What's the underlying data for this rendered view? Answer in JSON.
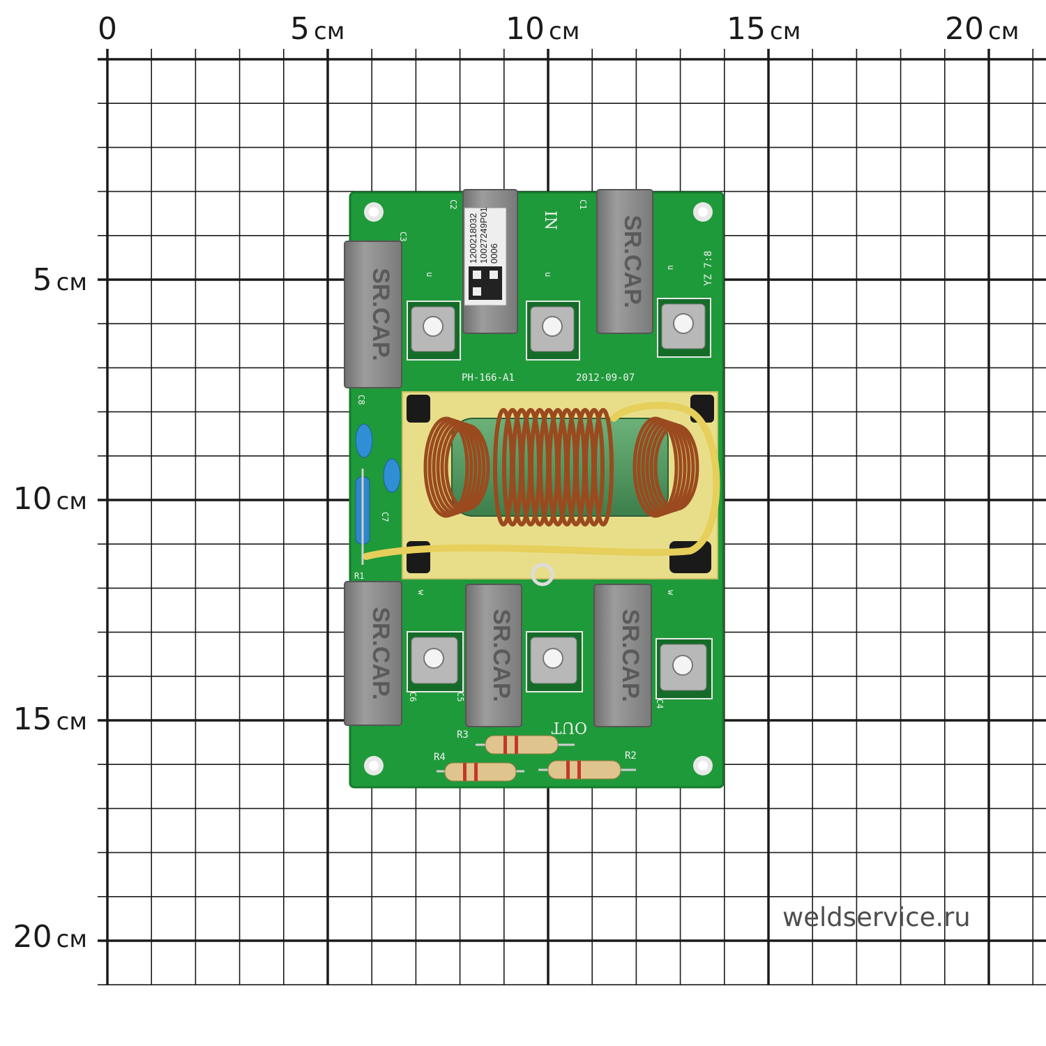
{
  "ruler": {
    "x_labels": [
      {
        "num": "0",
        "unit": ""
      },
      {
        "num": "5",
        "unit": "см"
      },
      {
        "num": "10",
        "unit": "см"
      },
      {
        "num": "15",
        "unit": "см"
      },
      {
        "num": "20",
        "unit": "см"
      }
    ],
    "y_labels": [
      {
        "num": "5",
        "unit": "см"
      },
      {
        "num": "10",
        "unit": "см"
      },
      {
        "num": "15",
        "unit": "см"
      },
      {
        "num": "20",
        "unit": "см"
      }
    ]
  },
  "watermark": "weldservice.ru",
  "board": {
    "model": "PH-166-A1",
    "date": "2012-09-07",
    "label_in": "IN",
    "label_out": "OUT",
    "mark_yz": "YZ 7:8",
    "sticker": [
      "1200218032",
      "10027249P01",
      "0006"
    ],
    "capacitor_text": "SR.CAP.",
    "refs": {
      "c1": "C1",
      "c2": "C2",
      "c3": "C3",
      "c4": "C4",
      "c5": "C5",
      "c6": "C6",
      "c7": "C7",
      "c8": "C8",
      "r1": "R1",
      "r2": "R2",
      "r3": "R3",
      "r4": "R4"
    },
    "terminal_marks": [
      "u",
      "u",
      "w",
      "u",
      "w"
    ]
  },
  "colors": {
    "pcb": "#1f9a3a",
    "pcb_dark": "#167a2d",
    "capacitor": "#8e8e8e",
    "copper": "#9a4a1e",
    "core": "#4e9a5c",
    "yellow_pad": "#e8de8a"
  }
}
